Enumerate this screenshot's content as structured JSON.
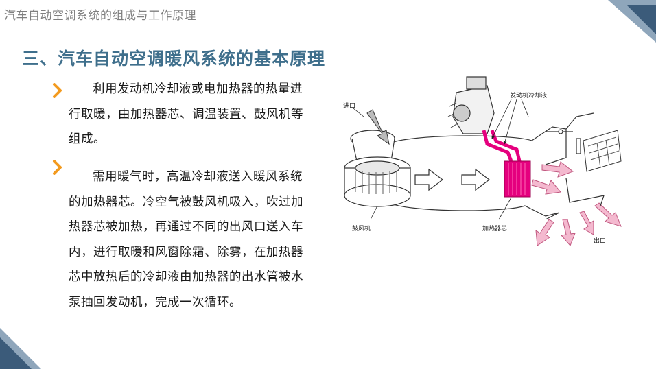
{
  "header": {
    "title": "汽车自动空调系统的组成与工作原理"
  },
  "section": {
    "title": "三、汽车自动空调暖风系统的基本原理"
  },
  "bullets": [
    {
      "icon": "chevron-right-icon",
      "text": "利用发动机冷却液或电加热器的热量进行取暖，由加热器芯、调温装置、鼓风机等组成。"
    },
    {
      "icon": "chevron-right-icon",
      "text": "需用暖气时，高温冷却液送入暖风系统的加热器芯。冷空气被鼓风机吸入，吹过加热器芯被加热，再通过不同的出风口送入车内，进行取暖和风窗除霜、除雾，在加热器芯中放热后的冷却液由加热器的出水管被水泵抽回发动机，完成一次循环。"
    }
  ],
  "diagram": {
    "labels": {
      "inlet": "进口",
      "engine_coolant": "发动机冷却液",
      "blower": "鼓风机",
      "heater_core": "加热器芯",
      "outlet": "出口"
    }
  },
  "colors": {
    "accent_orange": "#f39a1e",
    "title_blue": "#3f6f8c",
    "corner_dark": "#3b5b7a",
    "corner_light": "#8fa6bb",
    "heater_pink": "#e5007e",
    "airflow_pink": "#f4b9cf"
  }
}
